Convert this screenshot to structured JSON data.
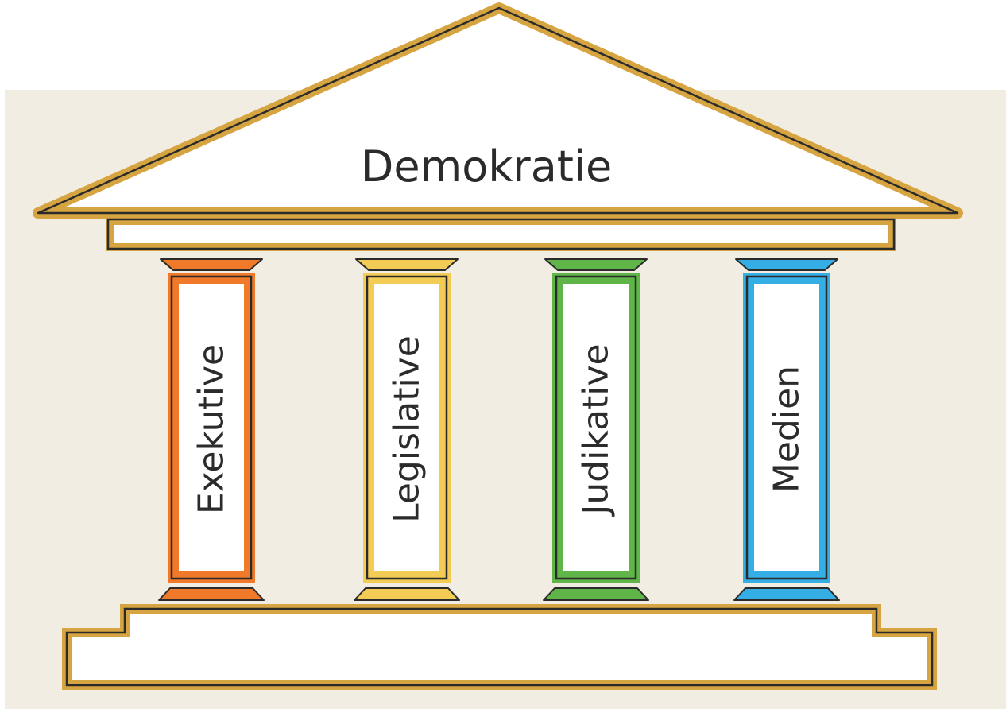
{
  "roof": {
    "label": "Demokratie"
  },
  "pillars": [
    {
      "label": "Exekutive",
      "color": "#f07a2a"
    },
    {
      "label": "Legislative",
      "color": "#f2cc55"
    },
    {
      "label": "Judikative",
      "color": "#5fb548"
    },
    {
      "label": "Medien",
      "color": "#34aee4"
    }
  ],
  "colors": {
    "background": "#f1ede2",
    "gold": "#d6a441",
    "outline": "#2b2b2b",
    "fill": "#ffffff"
  }
}
